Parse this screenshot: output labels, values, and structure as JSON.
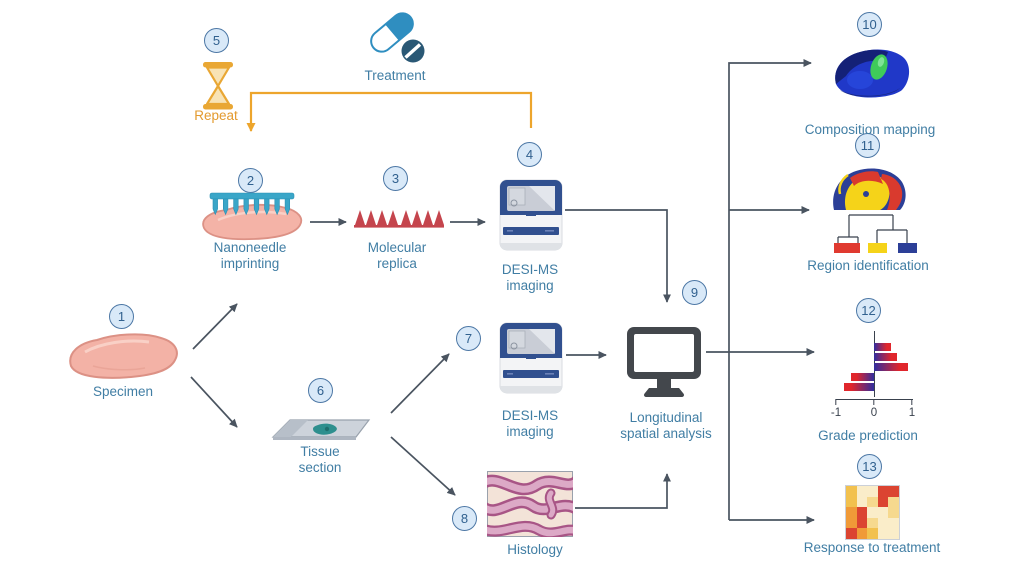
{
  "nodes": {
    "specimen": {
      "num": "1",
      "label": "Specimen"
    },
    "nanoneedle": {
      "num": "2",
      "label": "Nanoneedle\nimprinting"
    },
    "replica": {
      "num": "3",
      "label": "Molecular\nreplica"
    },
    "desi_top": {
      "num": "4",
      "label": "DESI-MS\nimaging"
    },
    "repeat": {
      "num": "5",
      "label": "Repeat"
    },
    "tissue": {
      "num": "6",
      "label": "Tissue\nsection"
    },
    "desi_mid": {
      "num": "7",
      "label": "DESI-MS\nimaging"
    },
    "histology": {
      "num": "8",
      "label": "Histology"
    },
    "analysis": {
      "num": "9",
      "label": "Longitudinal\nspatial analysis"
    },
    "composition": {
      "num": "10",
      "label": "Composition mapping"
    },
    "region": {
      "num": "11",
      "label": "Region identification"
    },
    "grade": {
      "num": "12",
      "label": "Grade prediction"
    },
    "response": {
      "num": "13",
      "label": "Response to treatment"
    },
    "treatment": {
      "label": "Treatment"
    }
  },
  "icons": {
    "treatment": "pills-icon (capsule + tablet)",
    "repeat": "hourglass-icon",
    "specimen": "tissue-specimen-icon",
    "nanoneedle": "nanoneedle-comb-on-tissue-icon",
    "replica": "molecular-spikes-icon",
    "desi": "desi-ms-instrument-icon",
    "tissue_section": "microscope-slide-icon",
    "histology": "histology-micrograph-icon",
    "analysis": "computer-monitor-icon",
    "composition": "blue-green-heat-blob-icon",
    "region": "segmented-blob-with-dendrogram-icon"
  },
  "colors": {
    "label_blue": "#417EA4",
    "accent_orange": "#EDA52C",
    "arrow_gray": "#4A5460",
    "badge_fill": "#D9E9F8",
    "badge_border": "#4C77A5",
    "machine_blue": "#31508F",
    "monitor_gray": "#43474C",
    "region_red": "#D93A2E",
    "region_yellow": "#F5D319",
    "region_blue": "#2C3F97"
  },
  "chart_data": [
    {
      "type": "bar",
      "orientation": "horizontal",
      "title": "Grade prediction",
      "values": [
        0.45,
        0.6,
        0.9,
        -0.6,
        -0.8
      ],
      "xticks": [
        "-1",
        "0",
        "1"
      ],
      "xlim": [
        -1,
        1
      ],
      "bar_gradient_axis_side": "#312D9E",
      "bar_gradient_tip_side": "#E0262C",
      "grid": false,
      "legend": false
    },
    {
      "type": "heatmap",
      "title": "Response to treatment",
      "rows": 5,
      "cols": 5,
      "cell_colors": [
        [
          "#F2C14E",
          "#FAEDC9",
          "#FAEDC9",
          "#DB4431",
          "#DB4431"
        ],
        [
          "#F2C14E",
          "#FAEDC9",
          "#F6D98E",
          "#DB4431",
          "#F6D98E"
        ],
        [
          "#F09A38",
          "#DB4431",
          "#FAEDC9",
          "#FAEDC9",
          "#F6D98E"
        ],
        [
          "#F09A38",
          "#DB4431",
          "#F6D98E",
          "#FAEDC9",
          "#FAEDC9"
        ],
        [
          "#DB4431",
          "#F09A38",
          "#F2C14E",
          "#FAEDC9",
          "#FAEDC9"
        ]
      ]
    }
  ]
}
